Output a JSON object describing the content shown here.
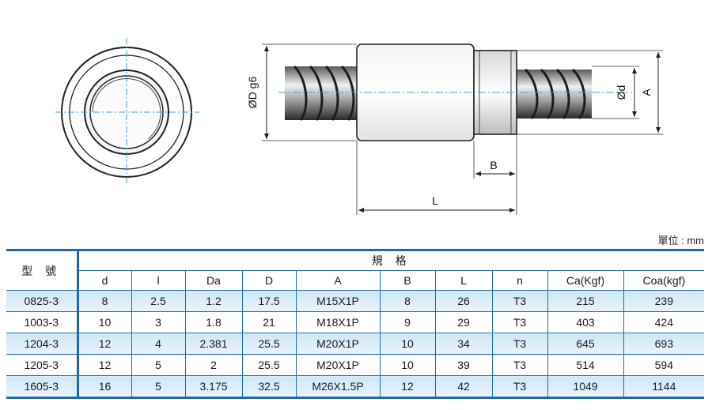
{
  "drawing": {
    "dim_D": "ØD g6",
    "dim_d": "Ød",
    "dim_A": "A",
    "dim_B": "B",
    "dim_L": "L"
  },
  "unit_label": "單位 : mm",
  "table": {
    "model_header": "型  號",
    "spec_header": "規  格",
    "columns": [
      "d",
      "l",
      "Da",
      "D",
      "A",
      "B",
      "L",
      "n",
      "Ca(Kgf)",
      "Coa(kgf)"
    ],
    "rows": [
      {
        "model": "0825-3",
        "values": [
          "8",
          "2.5",
          "1.2",
          "17.5",
          "M15X1P",
          "8",
          "26",
          "T3",
          "215",
          "239"
        ]
      },
      {
        "model": "1003-3",
        "values": [
          "10",
          "3",
          "1.8",
          "21",
          "M18X1P",
          "9",
          "29",
          "T3",
          "403",
          "424"
        ]
      },
      {
        "model": "1204-3",
        "values": [
          "12",
          "4",
          "2.381",
          "25.5",
          "M20X1P",
          "10",
          "34",
          "T3",
          "645",
          "693"
        ]
      },
      {
        "model": "1205-3",
        "values": [
          "12",
          "5",
          "2",
          "25.5",
          "M20X1P",
          "10",
          "39",
          "T3",
          "514",
          "594"
        ]
      },
      {
        "model": "1605-3",
        "values": [
          "16",
          "5",
          "3.175",
          "32.5",
          "M26X1.5P",
          "12",
          "42",
          "T3",
          "1049",
          "1144"
        ]
      }
    ]
  }
}
